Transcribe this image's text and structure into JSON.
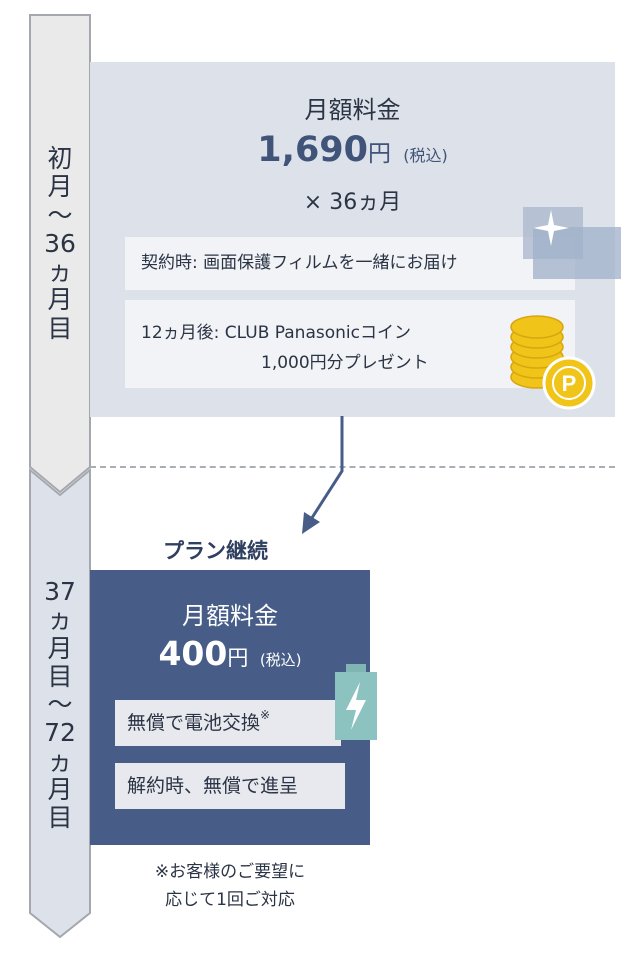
{
  "periods": {
    "first": {
      "lines": [
        "初",
        "月",
        "〜",
        "36",
        "ヵ",
        "月",
        "目"
      ]
    },
    "second": {
      "lines": [
        "37",
        "ヵ",
        "月",
        "目",
        "〜",
        "72",
        "ヵ",
        "月",
        "目"
      ]
    }
  },
  "initial_plan": {
    "fee_label": "月額料金",
    "amount": "1,690",
    "yen": "円",
    "tax": "(税込)",
    "duration": "× 36ヵ月",
    "benefit_contract": "契約時: 画面保護フィルムを一緒にお届け",
    "benefit_12m_line1": "12ヵ月後:  CLUB Panasonicコイン",
    "benefit_12m_line2": "1,000円分プレゼント",
    "coin_badge": "P"
  },
  "continue_label": "プラン継続",
  "continued_plan": {
    "fee_label": "月額料金",
    "amount": "400",
    "yen": "円",
    "tax": "(税込)",
    "feature_battery": "無償で電池交換",
    "feature_battery_mark": "※",
    "feature_cancel": "解約時、無償で進呈"
  },
  "footnote": {
    "line1": "※お客様のご要望に",
    "line2": "応じて1回ご対応"
  },
  "colors": {
    "panel_light": "#dde1e9",
    "panel_dark": "#475d87",
    "accent": "#3f5478",
    "coin": "#f0c419"
  }
}
